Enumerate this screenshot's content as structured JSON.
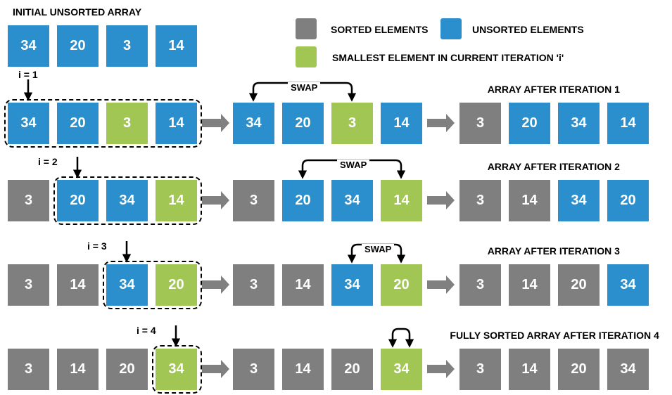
{
  "colors": {
    "sorted": "#7f7f7f",
    "unsorted": "#2a8fcc",
    "smallest": "#a1c654"
  },
  "title": "INITIAL UNSORTED ARRAY",
  "initial_array": [
    "34",
    "20",
    "3",
    "14"
  ],
  "legend": {
    "sorted": "SORTED ELEMENTS",
    "unsorted": "UNSORTED ELEMENTS",
    "smallest": "SMALLEST ELEMENT IN CURRENT ITERATION 'i'"
  },
  "swap_label": "SWAP",
  "iterations": [
    {
      "i_label": "i = 1",
      "before": [
        {
          "v": "34",
          "s": "unsorted"
        },
        {
          "v": "20",
          "s": "unsorted"
        },
        {
          "v": "3",
          "s": "smallest"
        },
        {
          "v": "14",
          "s": "unsorted"
        }
      ],
      "swap": [
        {
          "v": "34",
          "s": "unsorted"
        },
        {
          "v": "20",
          "s": "unsorted"
        },
        {
          "v": "3",
          "s": "smallest"
        },
        {
          "v": "14",
          "s": "unsorted"
        }
      ],
      "swap_indices": [
        0,
        2
      ],
      "show_swap_label": true,
      "result_title": "ARRAY AFTER ITERATION 1",
      "after": [
        {
          "v": "3",
          "s": "sorted"
        },
        {
          "v": "20",
          "s": "unsorted"
        },
        {
          "v": "34",
          "s": "unsorted"
        },
        {
          "v": "14",
          "s": "unsorted"
        }
      ]
    },
    {
      "i_label": "i = 2",
      "before": [
        {
          "v": "3",
          "s": "sorted"
        },
        {
          "v": "20",
          "s": "unsorted"
        },
        {
          "v": "34",
          "s": "unsorted"
        },
        {
          "v": "14",
          "s": "smallest"
        }
      ],
      "swap": [
        {
          "v": "3",
          "s": "sorted"
        },
        {
          "v": "20",
          "s": "unsorted"
        },
        {
          "v": "34",
          "s": "unsorted"
        },
        {
          "v": "14",
          "s": "smallest"
        }
      ],
      "swap_indices": [
        1,
        3
      ],
      "show_swap_label": true,
      "result_title": "ARRAY AFTER ITERATION 2",
      "after": [
        {
          "v": "3",
          "s": "sorted"
        },
        {
          "v": "14",
          "s": "sorted"
        },
        {
          "v": "34",
          "s": "unsorted"
        },
        {
          "v": "20",
          "s": "unsorted"
        }
      ]
    },
    {
      "i_label": "i = 3",
      "before": [
        {
          "v": "3",
          "s": "sorted"
        },
        {
          "v": "14",
          "s": "sorted"
        },
        {
          "v": "34",
          "s": "unsorted"
        },
        {
          "v": "20",
          "s": "smallest"
        }
      ],
      "swap": [
        {
          "v": "3",
          "s": "sorted"
        },
        {
          "v": "14",
          "s": "sorted"
        },
        {
          "v": "34",
          "s": "unsorted"
        },
        {
          "v": "20",
          "s": "smallest"
        }
      ],
      "swap_indices": [
        2,
        3
      ],
      "show_swap_label": true,
      "result_title": "ARRAY AFTER ITERATION 3",
      "after": [
        {
          "v": "3",
          "s": "sorted"
        },
        {
          "v": "14",
          "s": "sorted"
        },
        {
          "v": "20",
          "s": "sorted"
        },
        {
          "v": "34",
          "s": "unsorted"
        }
      ]
    },
    {
      "i_label": "i = 4",
      "before": [
        {
          "v": "3",
          "s": "sorted"
        },
        {
          "v": "14",
          "s": "sorted"
        },
        {
          "v": "20",
          "s": "sorted"
        },
        {
          "v": "34",
          "s": "smallest"
        }
      ],
      "swap": [
        {
          "v": "3",
          "s": "sorted"
        },
        {
          "v": "14",
          "s": "sorted"
        },
        {
          "v": "20",
          "s": "sorted"
        },
        {
          "v": "34",
          "s": "smallest"
        }
      ],
      "swap_indices": [
        3,
        3
      ],
      "show_swap_label": false,
      "result_title": "FULLY SORTED ARRAY AFTER ITERATION 4",
      "after": [
        {
          "v": "3",
          "s": "sorted"
        },
        {
          "v": "14",
          "s": "sorted"
        },
        {
          "v": "20",
          "s": "sorted"
        },
        {
          "v": "34",
          "s": "sorted"
        }
      ]
    }
  ]
}
